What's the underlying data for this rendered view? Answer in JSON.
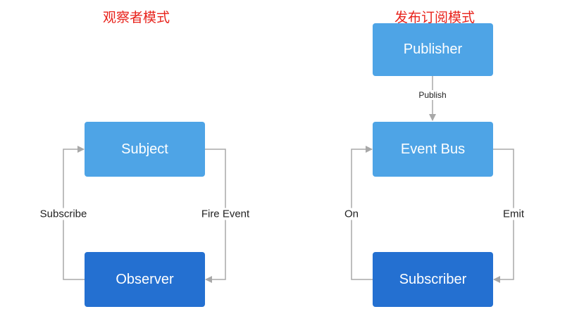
{
  "observer_pattern": {
    "title": "观察者模式",
    "subject_label": "Subject",
    "observer_label": "Observer",
    "subscribe_label": "Subscribe",
    "fire_event_label": "Fire Event"
  },
  "pubsub_pattern": {
    "title": "发布订阅模式",
    "publisher_label": "Publisher",
    "publish_label": "Publish",
    "event_bus_label": "Event Bus",
    "on_label": "On",
    "emit_label": "Emit",
    "subscriber_label": "Subscriber"
  },
  "colors": {
    "title": "#e8231c",
    "box_light": "#4ea4e6",
    "box_dark": "#2470d1",
    "connector": "#a8a8a8"
  }
}
